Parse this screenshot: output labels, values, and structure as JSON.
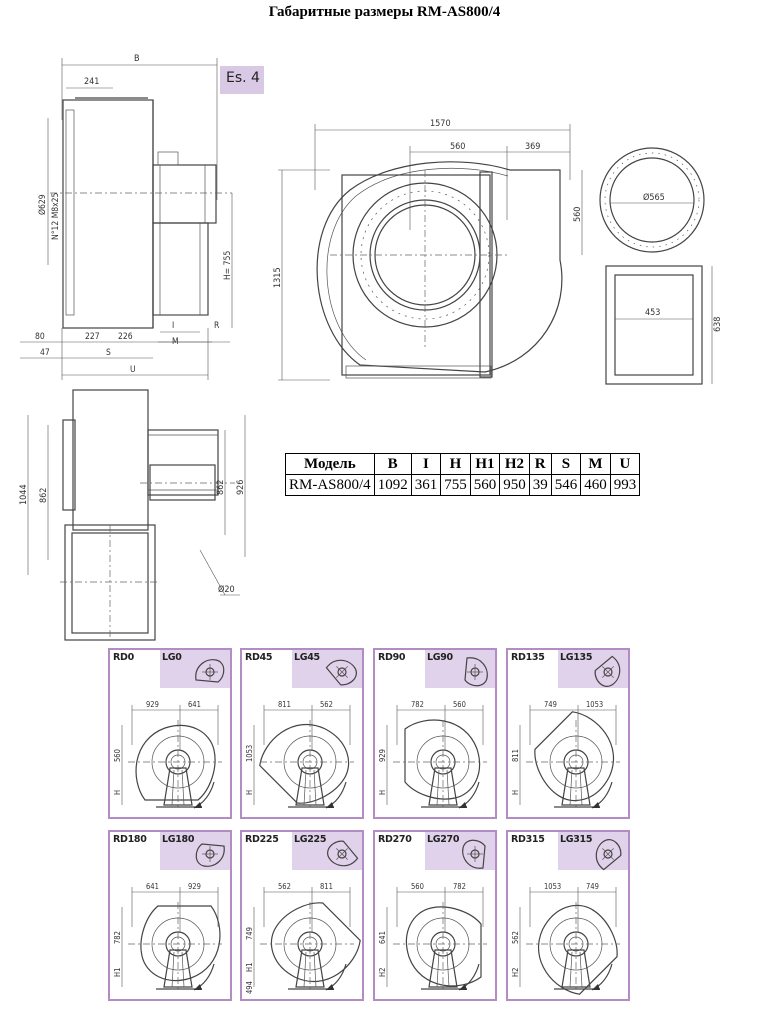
{
  "title": "Габаритные размеры RM-AS800/4",
  "es_label": "Es. 4",
  "side_view": {
    "dims": {
      "B": "B",
      "d241": "241",
      "d629": "Ø629",
      "holes": "N°12 M8x25",
      "H": "H= 755",
      "d80": "80",
      "d227": "227",
      "d226": "226",
      "I": "I",
      "R": "R",
      "d47": "47",
      "S": "S",
      "M": "M",
      "U": "U"
    }
  },
  "front_view": {
    "dims": {
      "d1570": "1570",
      "d560": "560",
      "d369": "369",
      "d560v": "560",
      "d1315": "1315"
    }
  },
  "flange_round": {
    "dia": "Ø565"
  },
  "flange_rect": {
    "w": "453",
    "h": "638"
  },
  "top_view": {
    "dims": {
      "d1044": "1044",
      "d862": "862",
      "d862b": "862",
      "d926": "926",
      "d20": "Ø20"
    }
  },
  "table": {
    "headers": [
      "Модель",
      "B",
      "I",
      "H",
      "H1",
      "H2",
      "R",
      "S",
      "M",
      "U"
    ],
    "rows": [
      [
        "RM-AS800/4",
        "1092",
        "361",
        "755",
        "560",
        "950",
        "39",
        "546",
        "460",
        "993"
      ]
    ]
  },
  "orientations": [
    {
      "rd": "RD0",
      "lg": "LG0",
      "top_a": "929",
      "top_b": "641",
      "side_v": "560",
      "h_label": "H"
    },
    {
      "rd": "RD45",
      "lg": "LG45",
      "top_a": "811",
      "top_b": "562",
      "side_v": "1053",
      "h_label": "H"
    },
    {
      "rd": "RD90",
      "lg": "LG90",
      "top_a": "782",
      "top_b": "560",
      "side_v": "929",
      "h_label": "H"
    },
    {
      "rd": "RD135",
      "lg": "LG135",
      "top_a": "749",
      "top_b": "1053",
      "side_v": "811",
      "h_label": "H"
    },
    {
      "rd": "RD180",
      "lg": "LG180",
      "top_a": "641",
      "top_b": "929",
      "side_v": "782",
      "h_label": "H1"
    },
    {
      "rd": "RD225",
      "lg": "LG225",
      "top_a": "562",
      "top_b": "811",
      "side_v": "749",
      "h_label": "H1",
      "extra": "494"
    },
    {
      "rd": "RD270",
      "lg": "LG270",
      "top_a": "560",
      "top_b": "782",
      "side_v": "641",
      "h_label": "H2"
    },
    {
      "rd": "RD315",
      "lg": "LG315",
      "top_a": "1053",
      "top_b": "749",
      "side_v": "562",
      "h_label": "H2"
    }
  ]
}
